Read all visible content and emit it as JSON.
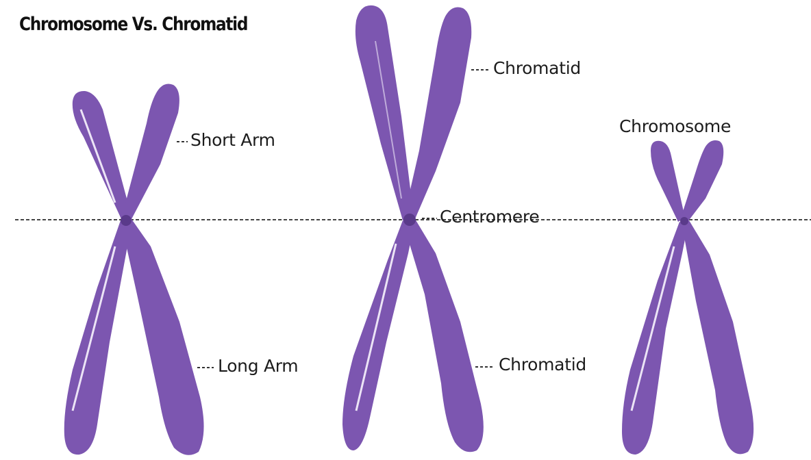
{
  "title": "Chromosome Vs. Chromatid",
  "labels": {
    "short_arm": "Short Arm",
    "long_arm": "Long Arm",
    "chromatid_top": "Chromatid",
    "centromere": "Centromere",
    "chromatid_bottom": "Chromatid",
    "chromosome": "Chromosome"
  },
  "colors": {
    "chromatid_fill": "#7c56b0",
    "chromatid_highlight": "#ece4f6",
    "guide_line": "#444444",
    "label_text": "#1c1c1c",
    "title_text": "#111111"
  }
}
